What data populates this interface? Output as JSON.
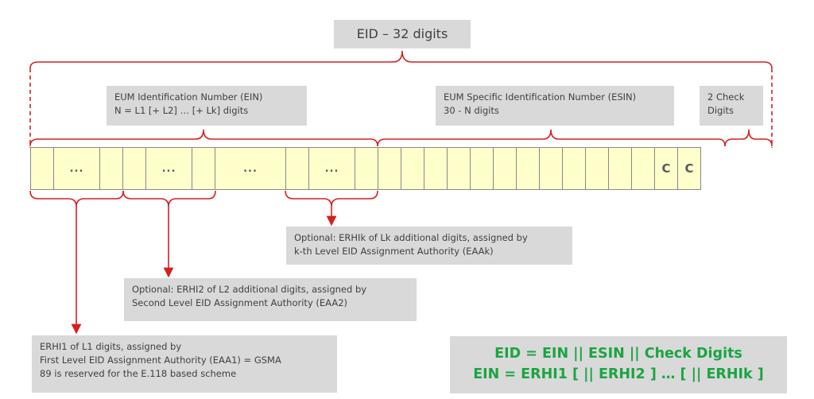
{
  "title": "EID – 32 digits",
  "ein_label": {
    "lines": [
      "EUM Identification Number (EIN)",
      "N = L1 [+ L2] … [+ Lk] digits"
    ]
  },
  "esin_label": {
    "lines": [
      "EUM Specific Identification Number (ESIN)",
      "30 - N digits"
    ]
  },
  "check_label": {
    "lines": [
      "2 Check",
      "Digits"
    ]
  },
  "digit_row": {
    "cells": [
      {
        "text": ""
      },
      {
        "text": "..."
      },
      {
        "text": ""
      },
      {
        "text": ""
      },
      {
        "text": "..."
      },
      {
        "text": ""
      },
      {
        "text": "..."
      },
      {
        "text": ""
      },
      {
        "text": "..."
      },
      {
        "text": ""
      },
      {
        "text": ""
      },
      {
        "text": ""
      },
      {
        "text": ""
      },
      {
        "text": ""
      },
      {
        "text": ""
      },
      {
        "text": ""
      },
      {
        "text": ""
      },
      {
        "text": ""
      },
      {
        "text": ""
      },
      {
        "text": ""
      },
      {
        "text": ""
      },
      {
        "text": ""
      },
      {
        "text": "C"
      },
      {
        "text": "C"
      }
    ]
  },
  "erhik_label": {
    "lines": [
      "Optional: ERHIk of Lk additional digits, assigned by",
      "k-th Level EID Assignment Authority (EAAk)"
    ]
  },
  "erhi2_label": {
    "lines": [
      "Optional: ERHI2 of L2 additional digits, assigned by",
      "Second Level EID Assignment Authority (EAA2)"
    ]
  },
  "erhi1_label": {
    "lines": [
      "ERHI1 of L1 digits, assigned by",
      "First Level EID Assignment Authority (EAA1) = GSMA",
      "89 is reserved for the E.118 based scheme"
    ]
  },
  "formula": {
    "lines": [
      "EID = EIN || ESIN || Check Digits",
      "EIN = ERHI1 [ || ERHI2 ] … [ || ERHIk ]"
    ]
  },
  "colors": {
    "bracket": "#d62020",
    "cell_fill": "#ffffcc",
    "label_bg": "#d9d9d9",
    "formula_text": "#1aa542"
  }
}
